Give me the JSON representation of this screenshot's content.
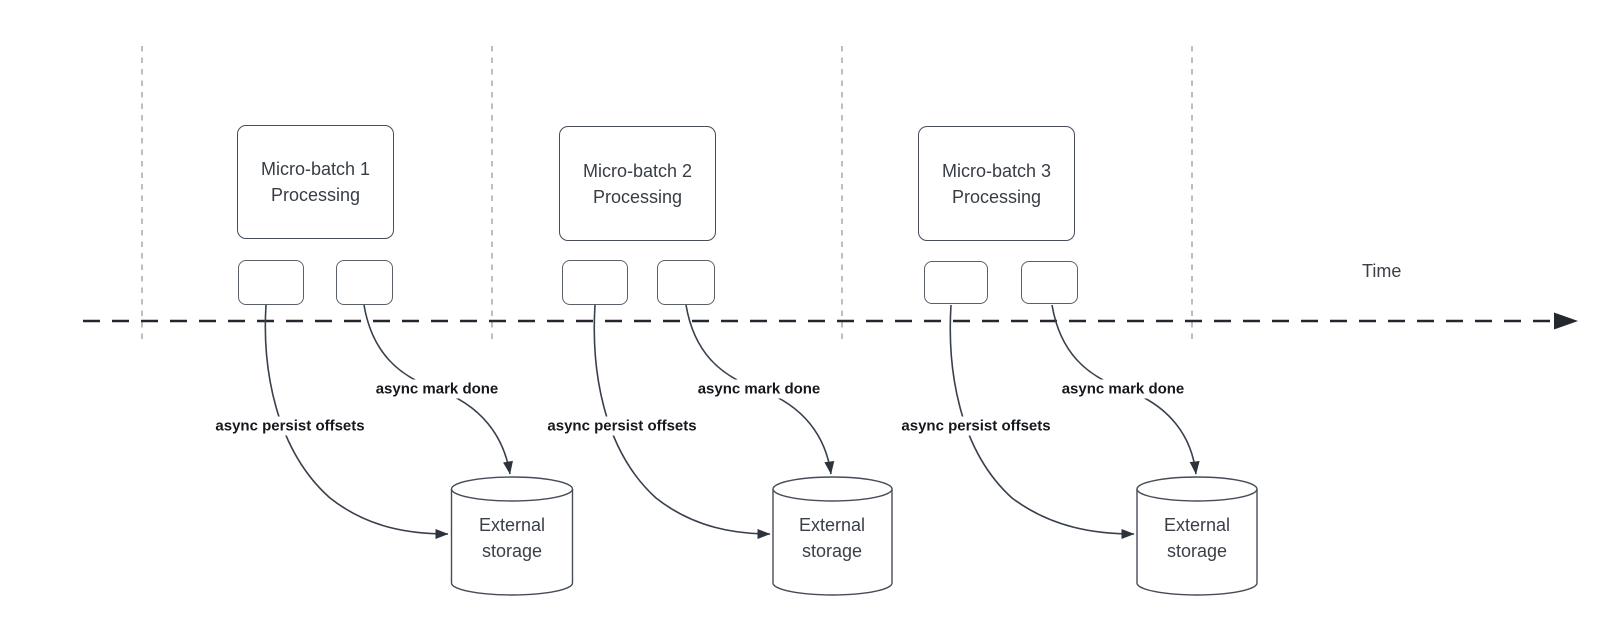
{
  "time_axis": {
    "label": "Time"
  },
  "groups": [
    {
      "title": "Micro-batch 1\nProcessing",
      "persist_label": "async persist offsets",
      "mark_label": "async mark done",
      "storage_label": "External\nstorage"
    },
    {
      "title": "Micro-batch 2\nProcessing",
      "persist_label": "async persist offsets",
      "mark_label": "async mark done",
      "storage_label": "External\nstorage"
    },
    {
      "title": "Micro-batch 3\nProcessing",
      "persist_label": "async persist offsets",
      "mark_label": "async mark done",
      "storage_label": "External\nstorage"
    }
  ],
  "colors": {
    "background": "#ffffff",
    "node_border": "#464c58",
    "node_text": "#383d45",
    "edge_stroke": "#39404d",
    "edge_label_text": "#15181d",
    "time_axis_stroke": "#23272e",
    "guide_line_stroke": "#b4b7bb"
  }
}
